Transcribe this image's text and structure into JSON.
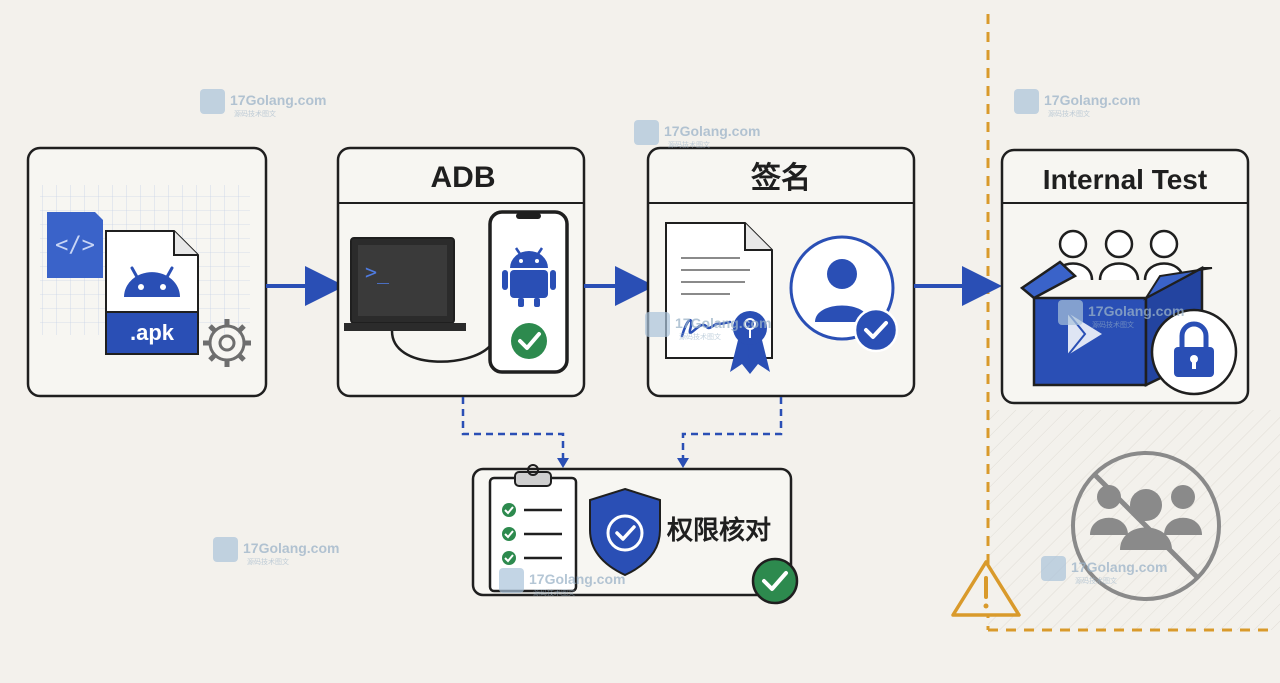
{
  "diagram": {
    "boxes": {
      "apk": {
        "label": ".apk"
      },
      "adb": {
        "title": "ADB"
      },
      "signing": {
        "title": "签名"
      },
      "internal_test": {
        "title": "Internal Test"
      },
      "permission_check": {
        "label": "权限核对"
      }
    },
    "watermark": {
      "site": "17Golang.com",
      "tagline": "源码技术图文"
    },
    "colors": {
      "blue": "#2a4fb5",
      "dark": "#1f1f1f",
      "green": "#2d8a4e",
      "orange": "#d99a2b",
      "gray": "#8a8a8a"
    }
  }
}
